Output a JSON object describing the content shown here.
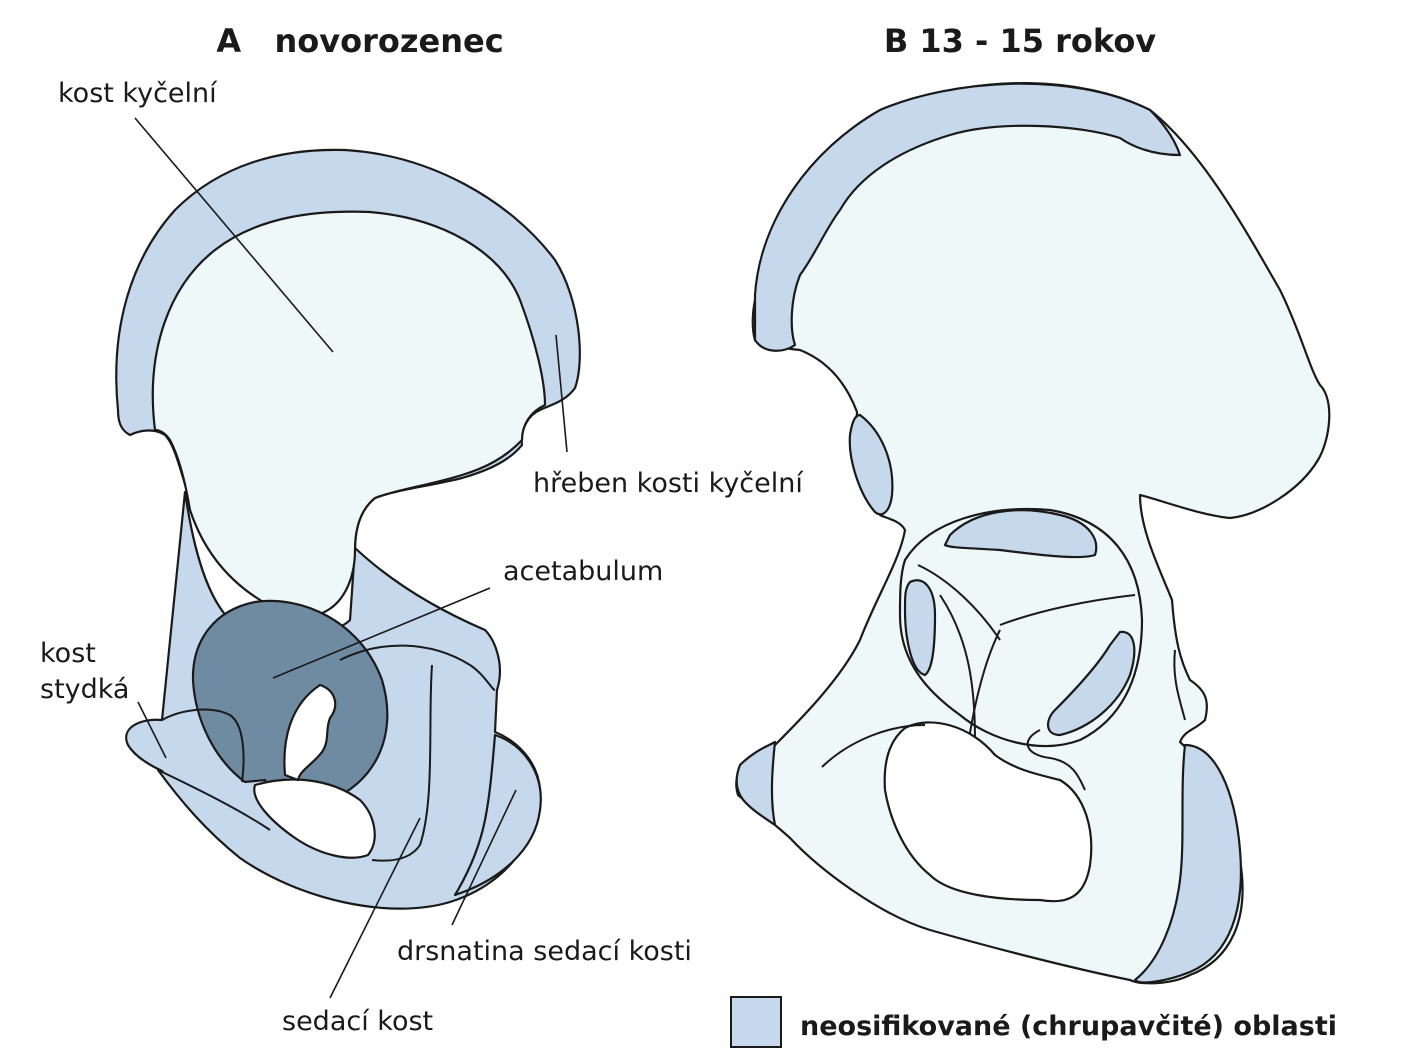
{
  "panels": {
    "a": {
      "title": "A   novorozenec"
    },
    "b": {
      "title": "B 13 - 15 rokov"
    }
  },
  "labels": {
    "ilium": "kost kyčelní",
    "iliac_crest": "hřeben kosti kyčelní",
    "acetabulum": "acetabulum",
    "pubis_line1": "kost",
    "pubis_line2": "stydká",
    "ischial_tuberosity": "drsnatina sedací kosti",
    "ischium": "sedací kost"
  },
  "legend": {
    "label": "neosifikované (chrupavčité) oblasti",
    "color": "#c6d9ec"
  },
  "colors": {
    "ossified_bone": "#eef8f8",
    "cartilage": "#c6d9ec",
    "acetabulum": "#6f8ba2",
    "outline": "#1a1a1a"
  }
}
